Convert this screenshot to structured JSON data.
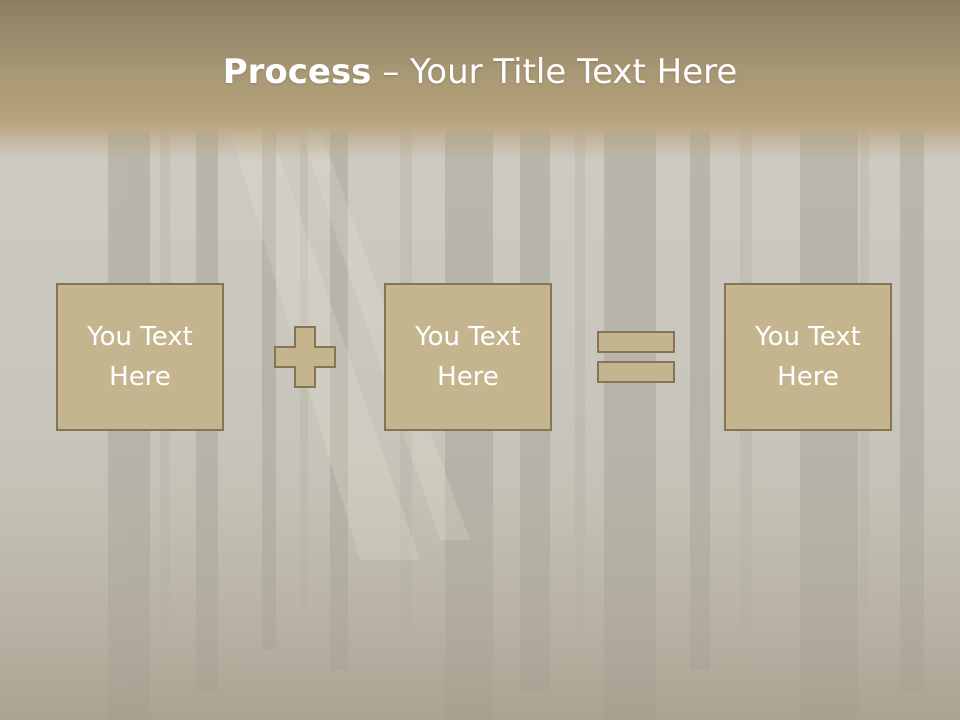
{
  "slide": {
    "title_bold": "Process",
    "title_rest": " – Your Title Text Here"
  },
  "process": {
    "boxes": [
      {
        "text": "You Text\nHere"
      },
      {
        "text": "You Text\nHere"
      },
      {
        "text": "You Text\nHere"
      }
    ],
    "operators": [
      "plus-icon",
      "equals-icon"
    ]
  },
  "colors": {
    "header": "#a89774",
    "box_fill": "#c5b58f",
    "box_border": "#857554",
    "title_text": "#ffffff"
  }
}
